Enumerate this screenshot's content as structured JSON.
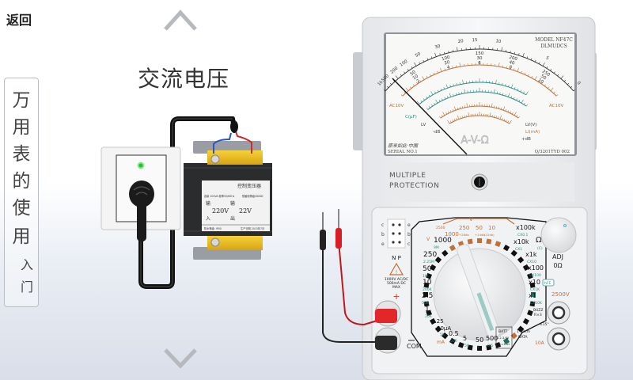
{
  "header": {
    "back_label": "返回",
    "title": "交流电压"
  },
  "side_panel": {
    "chars": [
      "万",
      "用",
      "表",
      "的",
      "使",
      "用"
    ],
    "sub_chars": [
      "入",
      "门"
    ]
  },
  "nav": {
    "up_icon": "chevron-up-icon",
    "down_icon": "chevron-down-icon"
  },
  "transformer": {
    "title": "控制变压器",
    "spec_left": "容量 100VA  频率50/60Hz",
    "spec_right": "防触电等级/SDDD",
    "in_char_top": "输",
    "in_char_bottom": "入",
    "out_char_top": "输",
    "out_char_bottom": "出",
    "input_voltage": "220V",
    "output_voltage": "22V",
    "footer_left": "防水等级: IP00",
    "footer_right": "生产日期 2015年7月"
  },
  "socket": {
    "led_color": "#22c42e"
  },
  "meter_face": {
    "model": "MODEL NF47C",
    "brand": "DLMUDCS",
    "serial": "SERIAL NO.1",
    "standard": "Q/3201TYD 002",
    "logo": "A-V-Ω",
    "signature": "原来如此·中国",
    "ohm_scale": [
      "1k",
      "500",
      "200",
      "100",
      "50",
      "30",
      "20",
      "15",
      "10",
      "5",
      "0"
    ],
    "dcv_scale_rows": [
      [
        "50",
        "10",
        "2"
      ],
      [
        "100",
        "20",
        "4"
      ],
      [
        "150",
        "30",
        "6"
      ],
      [
        "200",
        "40",
        "8"
      ],
      [
        "250",
        "50",
        "10"
      ]
    ],
    "labels": {
      "ac10v_left": "AC10V",
      "ac10v_right": "AC10V",
      "cap": "C(μF)",
      "lv": "LV",
      "lv_v": "LV(V)",
      "li": "LI(mA)",
      "db_left": "-dB",
      "db_right": "+dB"
    }
  },
  "protection": {
    "line1": "MULTIPLE",
    "line2": "PROTECTION"
  },
  "dial": {
    "top": {
      "v": "V",
      "r2500": "2500",
      "r1000": "1000",
      "r250": "250",
      "r50": "50",
      "r10": "10",
      "db28": "+28db",
      "db14": "+14db",
      "db22": "(22db)"
    },
    "dcv": [
      {
        "v": "1000",
        "r": "9M"
      },
      {
        "v": "250",
        "r": "2.25M"
      },
      {
        "v": "50",
        "r": "1M"
      },
      {
        "v": "10",
        "r": "200K"
      },
      {
        "v": "2.5",
        "r": "50K"
      },
      {
        "v": "1",
        "r": "20K"
      }
    ],
    "ua": {
      "a": "0.25",
      "b": "50μA",
      "c": "5K"
    },
    "ma": [
      {
        "v": "0.5",
        "r": "500"
      },
      {
        "v": "5",
        "r": "50"
      },
      {
        "v": "50",
        "r": "5"
      },
      {
        "v": "500",
        "r": "0.5"
      }
    ],
    "ma_label": "mA",
    "ohm": [
      {
        "v": "x100k",
        "c": "CX0.1"
      },
      {
        "v": "x10k",
        "c": "CX1"
      },
      {
        "v": "x1k",
        "c": "CX10"
      },
      {
        "v": "x100",
        "c": "CX100"
      },
      {
        "v": "x10",
        "c": "CX1K"
      },
      {
        "v": "x1",
        "c": "CX10K"
      }
    ],
    "ohm_symbol": "Ω",
    "ohm_c": "(C)",
    "hfe": "hFE",
    "buzz": "BUZZ",
    "buzz_r": "R×3",
    "angle": "±15°",
    "data1": "1-30cm",
    "data2": "DATA",
    "batt1": "BATT",
    "batt2": "1.2-3.6V",
    "batt3": "RL=12Ω",
    "v_unit": "V"
  },
  "panel": {
    "c": "c",
    "b": "b",
    "e": "e",
    "np": "N P",
    "warn1": "1000V AC/DC",
    "warn2": "500mA DC",
    "warn3": "MAX",
    "plus": "+",
    "com": "COM",
    "adj": "ADJ",
    "adj_ohm": "0Ω",
    "hv": "2500V",
    "amp10": "10A"
  }
}
